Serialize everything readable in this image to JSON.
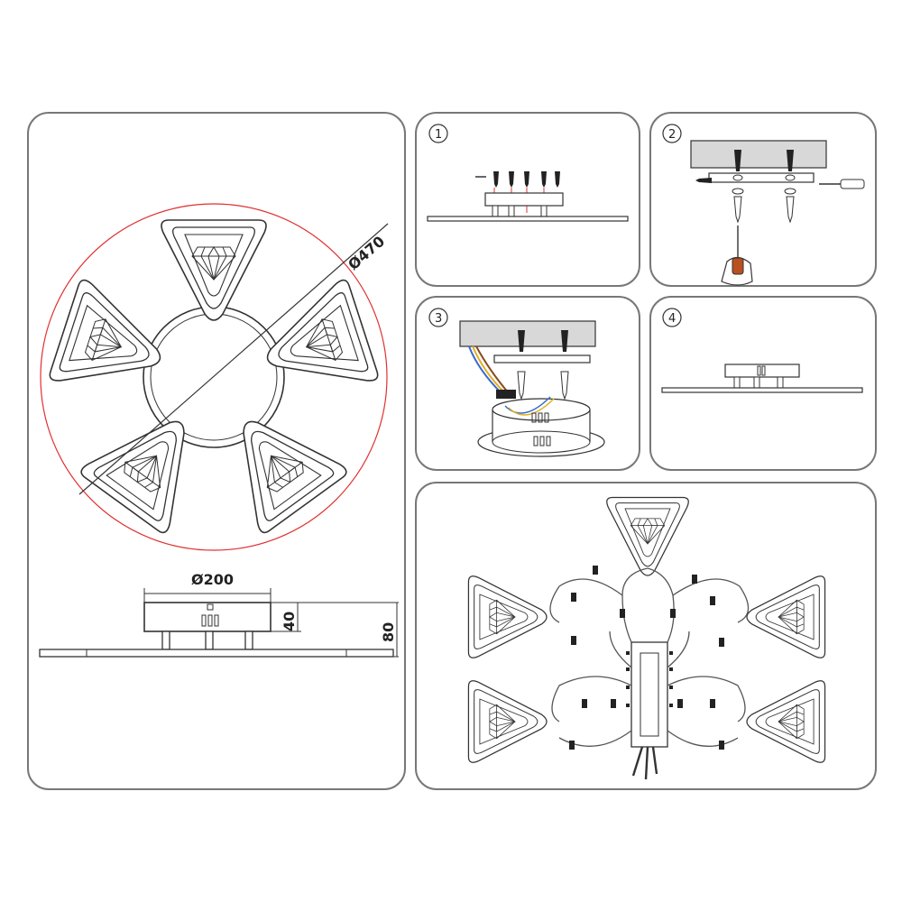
{
  "dimensions": {
    "outer_diameter": "Ø470",
    "base_diameter": "Ø200",
    "base_height": "40",
    "total_height": "80"
  },
  "steps": [
    {
      "number": "1"
    },
    {
      "number": "2"
    },
    {
      "number": "3"
    },
    {
      "number": "4"
    }
  ],
  "colors": {
    "outline": "#333333",
    "panel_border": "#777777",
    "dimension_circle": "#e03030",
    "guide_line": "#e03030",
    "wire_blue": "#3a6ad0",
    "wire_yellow": "#e0b020",
    "wire_brown": "#8a4a20",
    "ceiling_fill": "#d8d8d8"
  },
  "icons": [
    "diamond-lamp-icon",
    "screwdriver-icon",
    "screw-icon",
    "connector-icon",
    "driver-box-icon"
  ]
}
